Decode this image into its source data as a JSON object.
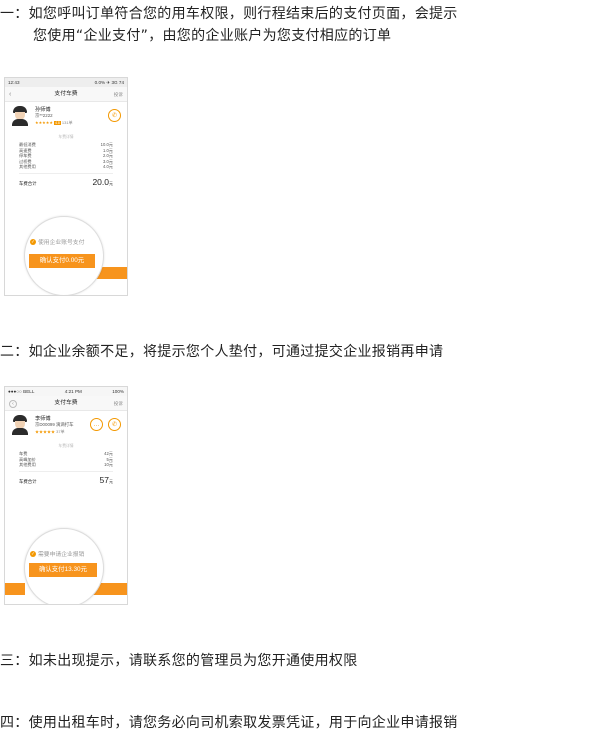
{
  "steps": [
    {
      "num": "一：",
      "line1": "如您呼叫订单符合您的用车权限，则行程结束后的支付页面，会提示",
      "line2": "您使用“企业支付”，由您的企业账户为您支付相应的订单"
    },
    {
      "num": "二：",
      "line1": "如企业余额不足，将提示您个人垫付，可通过提交企业报销再申请"
    },
    {
      "num": "三：",
      "line1": "如未出现提示，请联系您的管理员为您开通使用权限"
    },
    {
      "num": "四：",
      "line1": "使用出租车时，请您务必向司机索取发票凭证，用于向企业申请报销"
    }
  ],
  "phone1": {
    "status_time": "12:43",
    "status_right": "0.0% ✈ 3G 74",
    "back": "‹",
    "title": "支付车费",
    "right_link": "投诉",
    "driver_name": "孙师傅",
    "plate": "京**2222",
    "rating": "★★★★★",
    "badge": "4.8",
    "orders": "131单",
    "details_label": "车费详情",
    "fees": [
      {
        "label": "最低消费",
        "value": "10.0元"
      },
      {
        "label": "高速费",
        "value": "1.0元"
      },
      {
        "label": "停车费",
        "value": "2.0元"
      },
      {
        "label": "过桥费",
        "value": "3.0元"
      },
      {
        "label": "其他费用",
        "value": "4.0元"
      }
    ],
    "total_label": "车费合计",
    "total_value": "20.0",
    "total_unit": "元",
    "option": "使用企业账号支付",
    "cta": "确认支付0.00元"
  },
  "phone2": {
    "status_left": "●●●○○ BELL",
    "status_time": "4:21 PM",
    "status_right": "100%",
    "back": "‹",
    "title": "支付车费",
    "right_link": "投诉",
    "driver_name": "李师傅",
    "plate": "京D00099 滴滴打车",
    "rating": "★★★★★",
    "orders": "37单",
    "details_label": "车费详情",
    "fees": [
      {
        "label": "车费",
        "value": "42元"
      },
      {
        "label": "高峰加价",
        "value": "5元"
      },
      {
        "label": "其他费用",
        "value": "10元"
      }
    ],
    "total_label": "车费合计",
    "total_value": "57",
    "total_unit": "元",
    "option": "需要申请企业报销",
    "cta": "确认支付13.30元"
  },
  "colors": {
    "accent": "#f7941d"
  },
  "icons": [
    "phone-icon",
    "chat-icon",
    "check-icon",
    "back-icon"
  ]
}
